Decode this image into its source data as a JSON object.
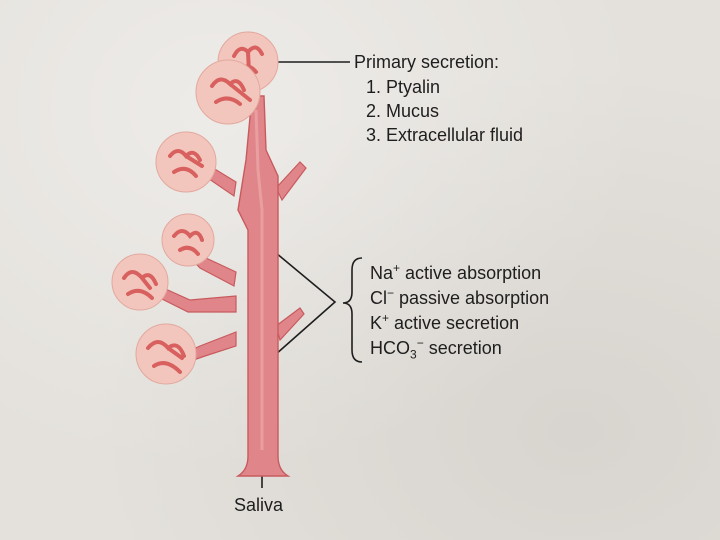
{
  "diagram": {
    "primary_secretion": {
      "heading": "Primary secretion:",
      "items": [
        "1. Ptyalin",
        "2. Mucus",
        "3. Extracellular fluid"
      ]
    },
    "duct_transport": {
      "na": {
        "ion": "Na",
        "charge": "+",
        "rest": " active absorption"
      },
      "cl": {
        "ion": "Cl",
        "charge": "−",
        "rest": " passive absorption"
      },
      "k": {
        "ion": "K",
        "charge": "+",
        "rest": " active secretion"
      },
      "hco3": {
        "ion": "HCO",
        "sub": "3",
        "charge": "−",
        "rest": " secretion"
      }
    },
    "outlet_label": "Saliva",
    "colors": {
      "duct_fill": "#e0868a",
      "duct_edge": "#c85a5e",
      "acinus_fill": "#f2c6bd",
      "acinus_inner": "#d8605e",
      "line": "#1e1e1e"
    }
  }
}
